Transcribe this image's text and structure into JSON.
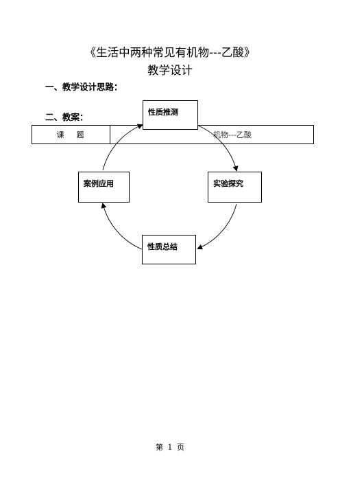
{
  "document": {
    "title_line1": "《生活中两种常见有机物---乙酸》",
    "title_line2": "教学设计",
    "section1": "一、教学设计思路：",
    "section2": "二、教案："
  },
  "lesson_table": {
    "topic_label_part1": "课",
    "topic_label_part2": "题",
    "topic_value": "机物---乙酸"
  },
  "cycle": {
    "top": "性质推测",
    "right": "实验探究",
    "bottom": "性质总结",
    "left": "案例应用"
  },
  "footer": {
    "page_label": "第 1 页"
  }
}
